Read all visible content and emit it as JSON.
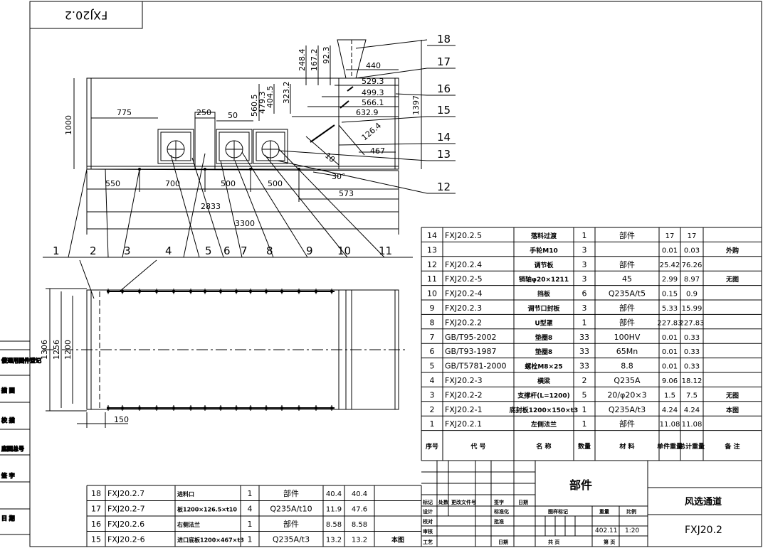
{
  "drawing": {
    "code_stamp": "FXJ20.2",
    "name": "风选通道",
    "code": "FXJ20.2",
    "header_label": "部件",
    "weight": "402.11",
    "scale": "1:20"
  },
  "left_strip": [
    "借通用图件登记",
    "描 图",
    "校 描",
    "底图总号",
    "签 字",
    "日 期"
  ],
  "front_view": {
    "top_dims": [
      "248.4",
      "167.2",
      "92.3",
      "440",
      "529.3",
      "499.3",
      "566.1",
      "632.9",
      "323.2",
      "404.5",
      "479.3",
      "560.5"
    ],
    "left_dims": [
      "775",
      "250",
      "50",
      "1000",
      "1397"
    ],
    "angle_dims": [
      "126.4",
      "467",
      "10",
      "30°"
    ],
    "bottom_dims": [
      "550",
      "700",
      "500",
      "500",
      "573",
      "2833",
      "3300"
    ]
  },
  "plan_view": {
    "dims": [
      "1306",
      "1256",
      "1200",
      "150"
    ]
  },
  "balloons": {
    "bottom": [
      "1",
      "2",
      "3",
      "4",
      "5",
      "6",
      "7",
      "8",
      "9",
      "10",
      "11"
    ],
    "right": [
      "18",
      "17",
      "16",
      "15",
      "14",
      "13",
      "12"
    ]
  },
  "bom_header": {
    "seq": "序号",
    "code": "代  号",
    "name": "名  称",
    "qty": "数量",
    "material": "材  料",
    "unit_weight": "单件重量",
    "total_weight": "总计重量",
    "note": "备  注"
  },
  "bom_rows": [
    {
      "seq": "14",
      "code": "FXJ20.2.5",
      "name": "落料过渡",
      "qty": "1",
      "material": "部件",
      "unit": "17",
      "total": "17",
      "note": ""
    },
    {
      "seq": "13",
      "code": "",
      "name": "手轮M10",
      "qty": "3",
      "material": "",
      "unit": "0.01",
      "total": "0.03",
      "note": "外购"
    },
    {
      "seq": "12",
      "code": "FXJ20.2.4",
      "name": "调节板",
      "qty": "3",
      "material": "部件",
      "unit": "25.42",
      "total": "76.26",
      "note": ""
    },
    {
      "seq": "11",
      "code": "FXJ20.2-5",
      "name": "销轴φ20×1211",
      "qty": "3",
      "material": "45",
      "unit": "2.99",
      "total": "8.97",
      "note": "无图"
    },
    {
      "seq": "10",
      "code": "FXJ20.2-4",
      "name": "挡板",
      "qty": "6",
      "material": "Q235A/t5",
      "unit": "0.15",
      "total": "0.9",
      "note": ""
    },
    {
      "seq": "9",
      "code": "FXJ20.2.3",
      "name": "调节口封板",
      "qty": "3",
      "material": "部件",
      "unit": "5.33",
      "total": "15.99",
      "note": ""
    },
    {
      "seq": "8",
      "code": "FXJ20.2.2",
      "name": "U型罩",
      "qty": "1",
      "material": "部件",
      "unit": "227.83",
      "total": "227.83",
      "note": ""
    },
    {
      "seq": "7",
      "code": "GB/T95-2002",
      "name": "垫圈8",
      "qty": "33",
      "material": "100HV",
      "unit": "0.01",
      "total": "0.33",
      "note": ""
    },
    {
      "seq": "6",
      "code": "GB/T93-1987",
      "name": "垫圈8",
      "qty": "33",
      "material": "65Mn",
      "unit": "0.01",
      "total": "0.33",
      "note": ""
    },
    {
      "seq": "5",
      "code": "GB/T5781-2000",
      "name": "螺栓M8×25",
      "qty": "33",
      "material": "8.8",
      "unit": "0.01",
      "total": "0.33",
      "note": ""
    },
    {
      "seq": "4",
      "code": "FXJ20.2-3",
      "name": "横梁",
      "qty": "2",
      "material": "Q235A",
      "unit": "9.06",
      "total": "18.12",
      "note": ""
    },
    {
      "seq": "3",
      "code": "FXJ20.2-2",
      "name": "支撑杆(L=1200)",
      "qty": "5",
      "material": "20/φ20×3",
      "unit": "1.5",
      "total": "7.5",
      "note": "无图"
    },
    {
      "seq": "2",
      "code": "FXJ20.2-1",
      "name": "底封板1200×150×t3",
      "qty": "1",
      "material": "Q235A/t3",
      "unit": "4.24",
      "total": "4.24",
      "note": "本图"
    },
    {
      "seq": "1",
      "code": "FXJ20.2.1",
      "name": "左侧法兰",
      "qty": "1",
      "material": "部件",
      "unit": "11.08",
      "total": "11.08",
      "note": ""
    }
  ],
  "bom_bottom_rows": [
    {
      "seq": "18",
      "code": "FXJ20.2.7",
      "name": "进料口",
      "qty": "1",
      "material": "部件",
      "unit": "40.4",
      "total": "40.4",
      "note": ""
    },
    {
      "seq": "17",
      "code": "FXJ20.2-7",
      "name": "板1200×126.5×t10",
      "qty": "4",
      "material": "Q235A/t10",
      "unit": "11.9",
      "total": "47.6",
      "note": ""
    },
    {
      "seq": "16",
      "code": "FXJ20.2.6",
      "name": "右侧法兰",
      "qty": "1",
      "material": "部件",
      "unit": "8.58",
      "total": "8.58",
      "note": ""
    },
    {
      "seq": "15",
      "code": "FXJ20.2-6",
      "name": "进口底板1200×467×t3",
      "qty": "1",
      "material": "Q235A/t3",
      "unit": "13.2",
      "total": "13.2",
      "note": "本图"
    }
  ],
  "title_block": {
    "rev_labels": [
      "标记",
      "处数",
      "更改文件号",
      "签字",
      "日期"
    ],
    "role_labels": [
      "设计",
      "校对",
      "审核",
      "工艺"
    ],
    "mid_labels": [
      "标准化",
      "批准",
      "日期"
    ],
    "stage_label": "图样标记",
    "weight_label": "重量",
    "scale_label": "比例",
    "sheet_total_label": "共  页",
    "sheet_no_label": "第  页"
  }
}
